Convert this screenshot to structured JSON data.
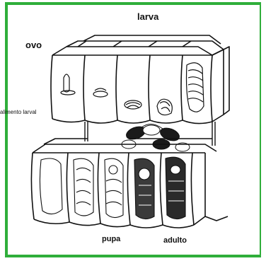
{
  "diagram": {
    "labels": {
      "larva": "larva",
      "ovo": "ovo",
      "alimento": "alimento larval",
      "pupa": "pupa",
      "adulto": "adulto"
    },
    "colors": {
      "frame": "#2fae3a",
      "ink": "#111111"
    }
  }
}
